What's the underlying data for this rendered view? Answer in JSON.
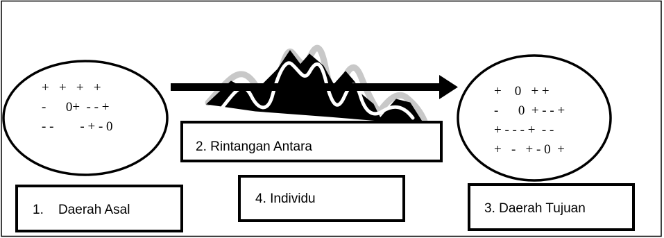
{
  "origin": {
    "label": "1.    Daerah Asal",
    "symbols": [
      "+   +   +   +",
      "-      0+  - - +",
      "- -        - + - 0"
    ]
  },
  "obstacles": {
    "label": "2. Rintangan Antara"
  },
  "destination": {
    "label": "3. Daerah Tujuan",
    "symbols": [
      "+    0   + +",
      "-      0  + - - +",
      "+ - - - +  - -",
      "+   -   + - 0  +"
    ]
  },
  "individual": {
    "label": "4. Individu"
  }
}
